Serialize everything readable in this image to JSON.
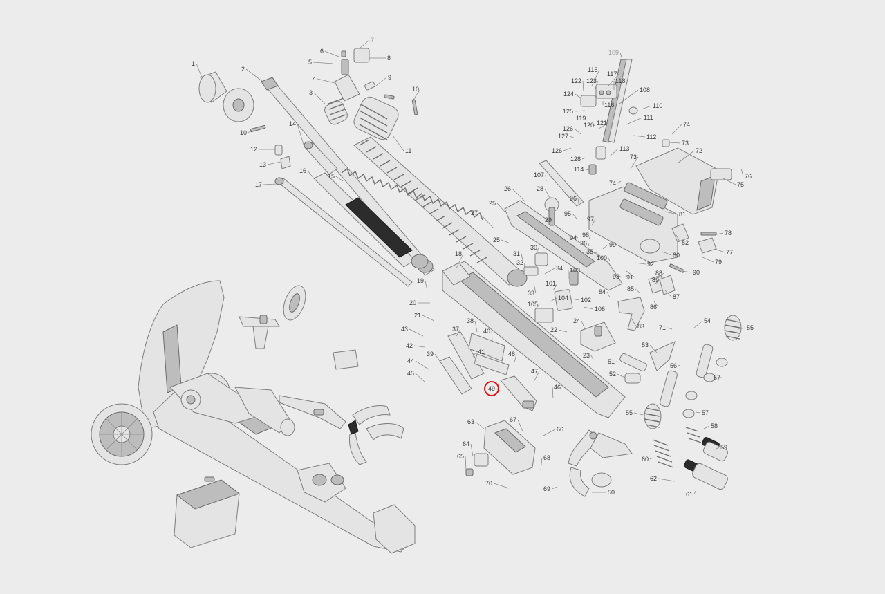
{
  "diagram": {
    "background": "#ececec",
    "highlight_color": "#d11a1a",
    "highlighted_label": "49",
    "labels": [
      "1",
      "2",
      "3",
      "4",
      "5",
      "6",
      "7",
      "8",
      "9",
      "10",
      "10",
      "11",
      "12",
      "13",
      "14",
      "15",
      "16",
      "17",
      "18",
      "19",
      "20",
      "21",
      "22",
      "23",
      "24",
      "25",
      "25",
      "26",
      "27",
      "28",
      "29",
      "30",
      "31",
      "32",
      "33",
      "34",
      "35",
      "36",
      "37",
      "38",
      "39",
      "40",
      "41",
      "42",
      "43",
      "44",
      "45",
      "46",
      "47",
      "48",
      "49",
      "50",
      "51",
      "52",
      "53",
      "54",
      "55",
      "55",
      "56",
      "57",
      "57",
      "58",
      "59",
      "60",
      "61",
      "62",
      "63",
      "64",
      "65",
      "66",
      "67",
      "68",
      "69",
      "70",
      "71",
      "72",
      "73",
      "73",
      "74",
      "74",
      "75",
      "76",
      "77",
      "78",
      "79",
      "80",
      "81",
      "82",
      "83",
      "84",
      "85",
      "86",
      "87",
      "88",
      "89",
      "90",
      "91",
      "92",
      "93",
      "94",
      "95",
      "96",
      "97",
      "98",
      "99",
      "100",
      "101",
      "102",
      "103",
      "104",
      "105",
      "106",
      "107",
      "108",
      "109",
      "110",
      "111",
      "112",
      "113",
      "114",
      "115",
      "116",
      "117",
      "118",
      "119",
      "120",
      "121",
      "122",
      "123",
      "124",
      "125",
      "126",
      "126",
      "127",
      "128"
    ]
  }
}
